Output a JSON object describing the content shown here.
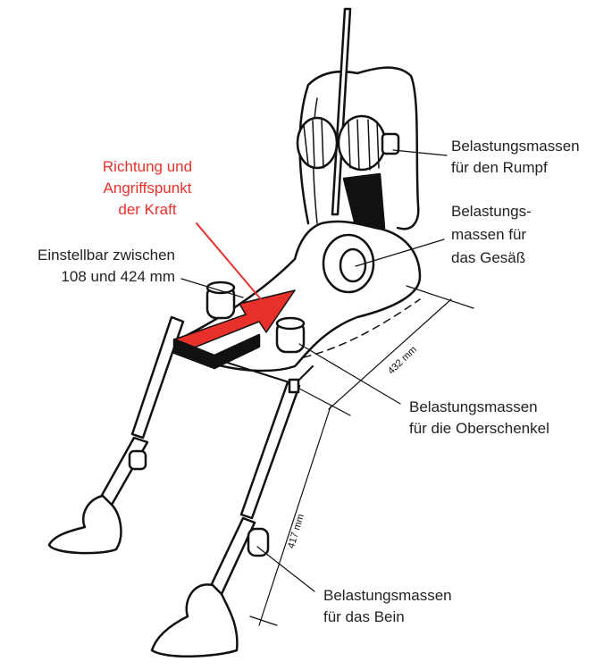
{
  "labels": {
    "force": [
      "Richtung und",
      "Angriffspunkt",
      "der Kraft"
    ],
    "adjustable": [
      "Einstellbar zwischen",
      "108 und 424 mm"
    ],
    "torso": [
      "Belastungsmassen",
      "für den Rumpf"
    ],
    "buttocks": [
      "Belastungs-",
      "massen für",
      "das Gesäß"
    ],
    "thighs": [
      "Belastungsmassen",
      "für die Oberschenkel"
    ],
    "leg": [
      "Belastungsmassen",
      "für das Bein"
    ]
  },
  "dimensions": {
    "seat_depth": "432 mm",
    "lower_leg": "417 mm"
  },
  "colors": {
    "force_arrow": "#e8302a",
    "ink": "#111111"
  }
}
